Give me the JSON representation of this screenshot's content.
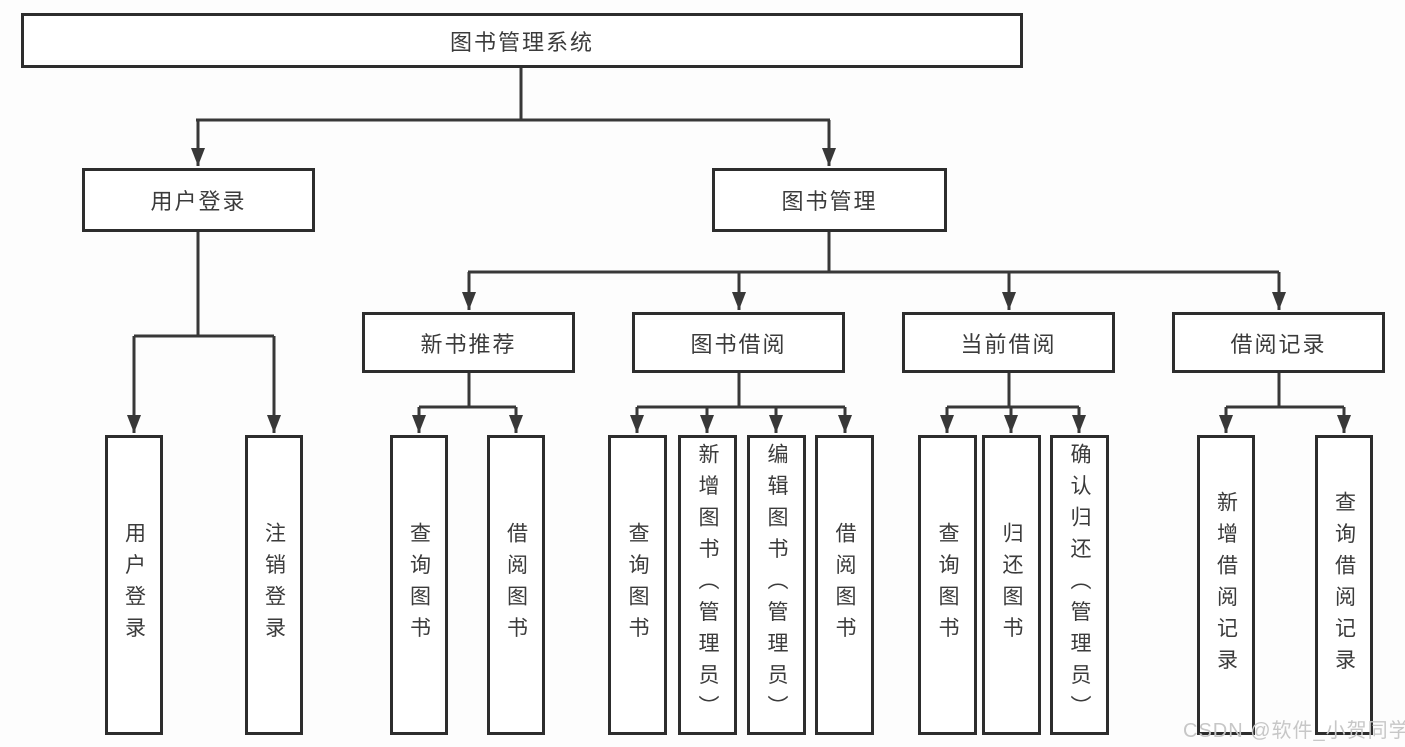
{
  "title": "图书管理系统",
  "watermark": "CSDN @软件_小贺同学",
  "colors": {
    "line": "#383838",
    "box_border": "#2d2d2d",
    "text": "#3b3b3b",
    "watermark": "#c7c7c7",
    "background": "#fdfdfd"
  },
  "tree": {
    "root": {
      "label": "图书管理系统"
    },
    "branches": [
      {
        "label": "用户登录",
        "leaves": [
          {
            "label": "用户登录"
          },
          {
            "label": "注销登录"
          }
        ]
      },
      {
        "label": "图书管理",
        "groups": [
          {
            "label": "新书推荐",
            "leaves": [
              {
                "label": "查询图书"
              },
              {
                "label": "借阅图书"
              }
            ]
          },
          {
            "label": "图书借阅",
            "leaves": [
              {
                "label": "查询图书"
              },
              {
                "label": "新增图书（管理员）"
              },
              {
                "label": "编辑图书（管理员）"
              },
              {
                "label": "借阅图书"
              }
            ]
          },
          {
            "label": "当前借阅",
            "leaves": [
              {
                "label": "查询图书"
              },
              {
                "label": "归还图书"
              },
              {
                "label": "确认归还（管理员）"
              }
            ]
          },
          {
            "label": "借阅记录",
            "leaves": [
              {
                "label": "新增借阅记录"
              },
              {
                "label": "查询借阅记录"
              }
            ]
          }
        ]
      }
    ]
  }
}
